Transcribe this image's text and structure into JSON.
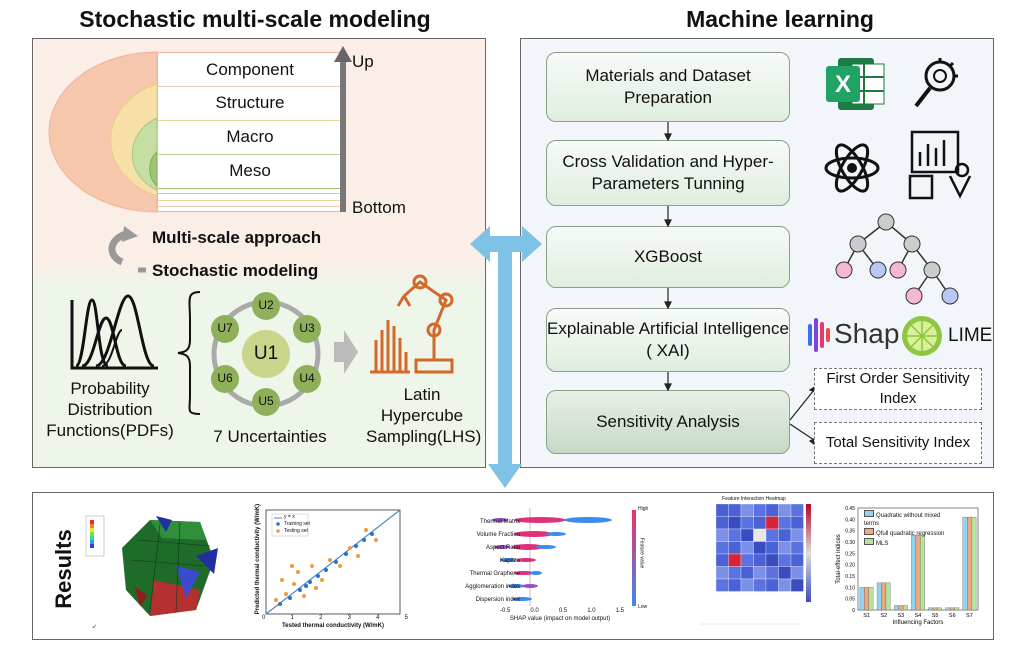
{
  "titles": {
    "left": "Stochastic multi-scale modeling",
    "right": "Machine learning",
    "results": "Results"
  },
  "scales": {
    "layers": [
      "Component",
      "Structure",
      "Macro",
      "Meso"
    ],
    "up": "Up",
    "bottom": "Bottom"
  },
  "approach": {
    "multiscale": "Multi-scale approach",
    "stochastic": "Stochastic modeling"
  },
  "pdf_label": {
    "line1": "Probability",
    "line2": "Distribution",
    "line3": "Functions(PDFs)"
  },
  "uncertainties": {
    "center": "U1",
    "nodes": [
      "U2",
      "U3",
      "U4",
      "U5",
      "U6",
      "U7"
    ],
    "caption": "7 Uncertainties"
  },
  "lhs": {
    "line1": "Latin",
    "line2": "Hypercube",
    "line3": "Sampling(LHS)"
  },
  "ml_steps": [
    "Materials and Dataset Preparation",
    "Cross Validation and Hyper-Parameters Tunning",
    "XGBoost",
    "Explainable Artificial Intelligence ( XAI)",
    "Sensitivity Analysis"
  ],
  "sensitivity": {
    "first": "First Order Sensitivity Index",
    "total": "Total Sensitivity Index"
  },
  "xai_tools": {
    "shap": "Shap",
    "lime": "LIME"
  },
  "parity_plot": {
    "xlabel": "Tested thermal conductivity (W/mK)",
    "ylabel": "Predicted thermal conductivity (W/mK)",
    "legend": [
      "y = x",
      "Training set",
      "Testing set"
    ],
    "ticks": [
      "0",
      "1",
      "2",
      "3",
      "4",
      "5"
    ]
  },
  "shap_plot": {
    "features": [
      "Thermal Matrix",
      "Volume Fraction",
      "Aspect Ratio",
      "Kapitza",
      "Thermal Graphene",
      "Agglomeration index",
      "Dispersion index"
    ],
    "xlabel": "SHAP value (impact on model output)",
    "colorbar": [
      "High",
      "Feature value",
      "Low"
    ],
    "xticks": [
      "-0.5",
      "0.0",
      "0.5",
      "1.0",
      "1.5"
    ]
  },
  "heatmap": {
    "title": "Feature Interaction Heatmap"
  },
  "chart_data": {
    "type": "bar",
    "categories": [
      "S1",
      "S2",
      "S3",
      "S4",
      "S5",
      "S6",
      "S7"
    ],
    "series": [
      {
        "name": "Quadratic without mixed terms",
        "color": "#8fd3f2",
        "values": [
          0.1,
          0.12,
          0.02,
          0.33,
          0.01,
          0.01,
          0.41
        ]
      },
      {
        "name": "Qfull quadratic regression",
        "color": "#f2a67e",
        "values": [
          0.1,
          0.12,
          0.02,
          0.33,
          0.01,
          0.01,
          0.41
        ]
      },
      {
        "name": "MLS",
        "color": "#b6e39a",
        "values": [
          0.1,
          0.12,
          0.02,
          0.33,
          0.01,
          0.01,
          0.41
        ]
      }
    ],
    "xlabel": "Influencing Factors",
    "ylabel": "Total-effect indices",
    "ylim": [
      0,
      0.45
    ],
    "yticks": [
      "0",
      "0.05",
      "0.10",
      "0.15",
      "0.20",
      "0.25",
      "0.30",
      "0.35",
      "0.40",
      "0.45"
    ]
  }
}
